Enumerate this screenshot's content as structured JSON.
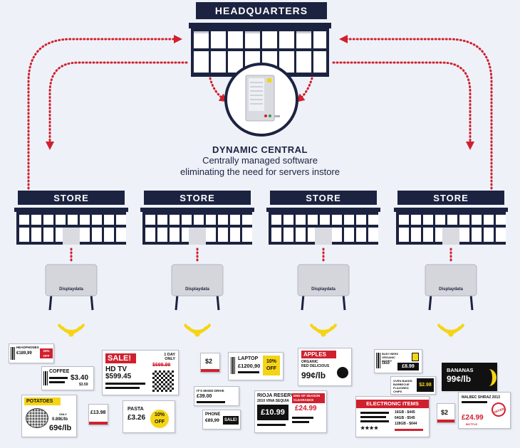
{
  "diagram": {
    "hq_label": "HEADQUARTERS",
    "central_title": "DYNAMIC CENTRAL",
    "central_line1": "Centrally managed software",
    "central_line2": "eliminating the need for servers instore",
    "store_label": "STORE",
    "device_label": "Displaydata"
  },
  "colors": {
    "navy": "#1c2340",
    "red": "#d0202e",
    "yellow": "#f5d416",
    "background": "#eef1f8"
  },
  "tags": {
    "headphones": {
      "name": "HEADPHONES",
      "price": "€189,99",
      "badge": "20% OFF"
    },
    "coffee": {
      "name": "COFFEE",
      "price": "$3.40",
      "sub": "$3.59"
    },
    "potatoes": {
      "name": "POTATOES",
      "only": "ONLY",
      "price1": "0.89£/lb",
      "price2": "69¢/lb"
    },
    "small1": {
      "price": "£13.98"
    },
    "sale_tv": {
      "banner": "SALE!",
      "name": "HD TV",
      "price": "$599.45",
      "day": "1 DAY ONLY",
      "old": "$699.99"
    },
    "pasta": {
      "name": "PASTA",
      "price": "£3.26",
      "badge": "10% OFF"
    },
    "small2": {
      "price": "$2"
    },
    "laptop": {
      "name": "LAPTOP",
      "price": "£1200,90",
      "badge": "10% OFF"
    },
    "itsmixed": {
      "name": "IT'S MIXED DRIVE",
      "price": "£39.00"
    },
    "phone": {
      "name": "PHONE",
      "price": "€89,99",
      "badge": "SALE!"
    },
    "apples": {
      "banner": "APPLES",
      "line1": "ORGANIC",
      "line2": "RED DELICIOUS",
      "price": "99¢/lb"
    },
    "rioja": {
      "name": "RIOJA RESERVA",
      "sub": "2010 VINA SEQUIA",
      "banner": "END OF SEASON CLEARANCE",
      "price1": "£10.99",
      "price2": "£24.99"
    },
    "honey": {
      "name": "BUSY BEES ORGANIC HONEY",
      "size": "16oz",
      "price": "£8.99"
    },
    "chips": {
      "name": "OVEN BAKED BARBECUE FLAVORED CHIPS",
      "price": "$2.98"
    },
    "bananas": {
      "name": "BANANAS",
      "price": "99¢/lb"
    },
    "electronic": {
      "banner": "ELECTRONIC ITEMS",
      "rows": [
        "16GB - $445",
        "64GB - $545",
        "128GB - $644"
      ]
    },
    "small3": {
      "price": "$2"
    },
    "malbec": {
      "name": "MALBEC SHIRAZ 2013",
      "price": "£24.99",
      "badge": "OFFER",
      "sub": "BOTTLE"
    }
  }
}
